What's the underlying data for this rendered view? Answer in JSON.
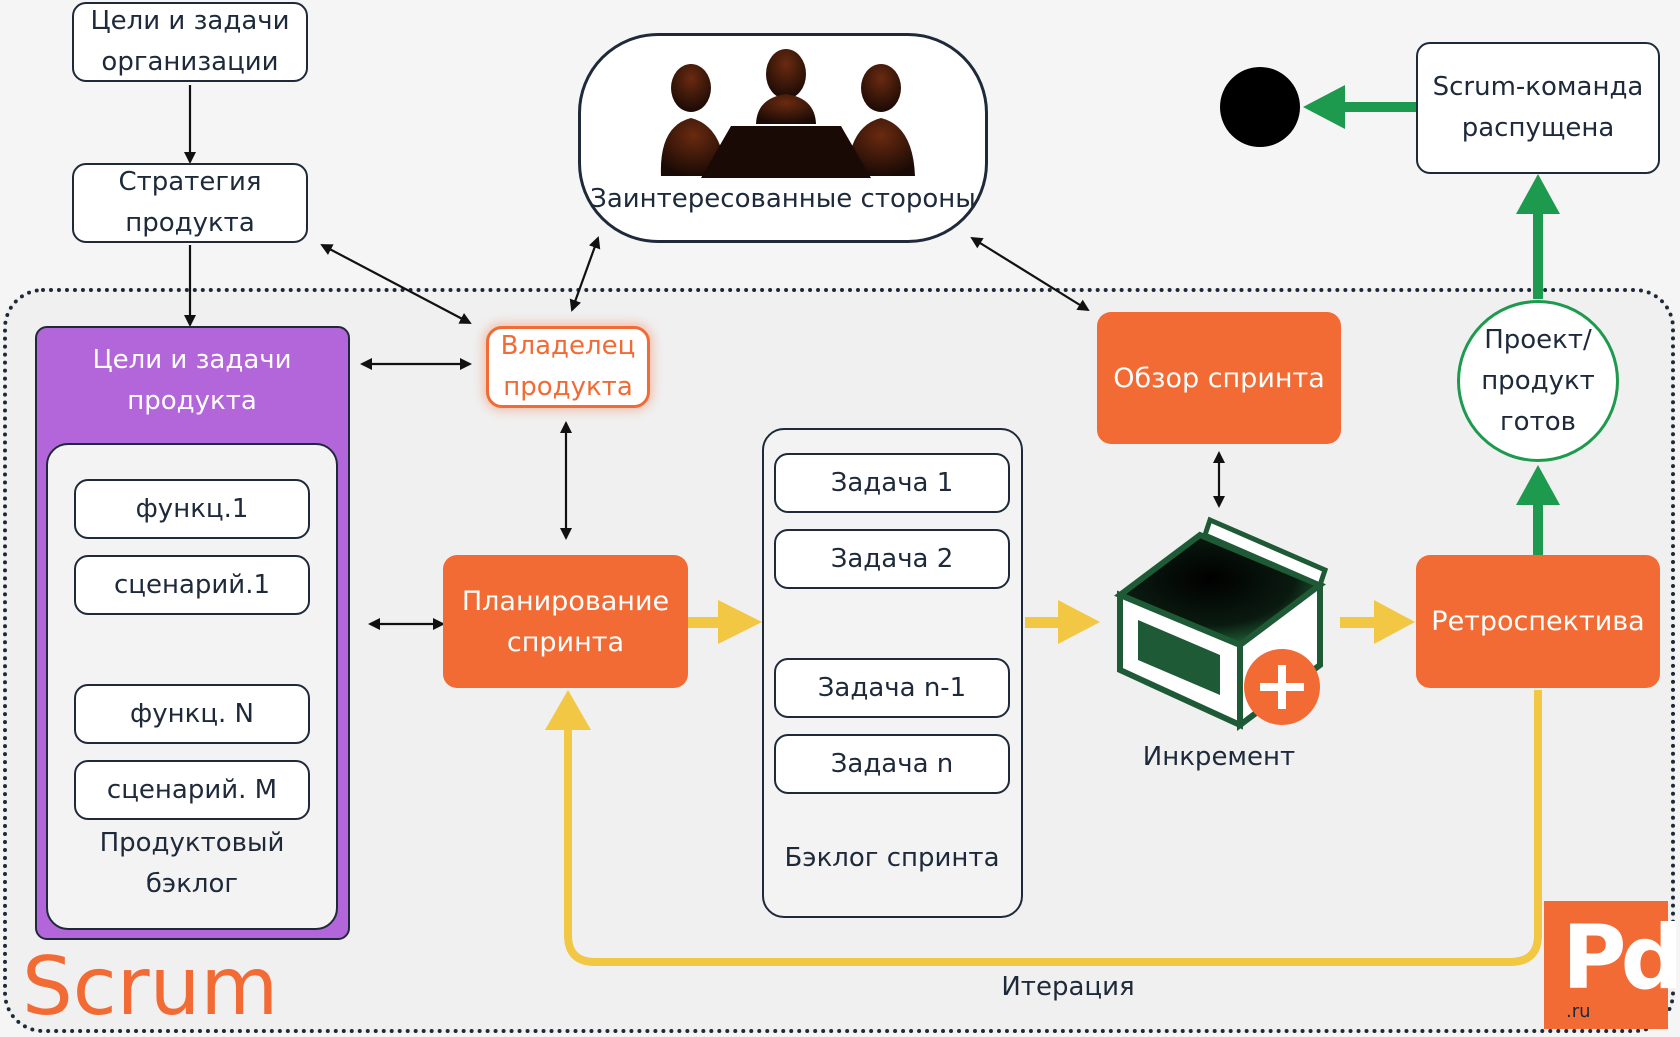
{
  "top": {
    "org_goals": "Цели и задачи\nорганизации",
    "product_strategy": "Стратегия\nпродукта",
    "stakeholders": "Заинтересованные стороны",
    "team_disbanded": "Scrum-команда\nраспущена"
  },
  "scrum": {
    "label": "Scrum",
    "product_goals": "Цели и задачи\nпродукта",
    "product_owner": "Владелец\nпродукта",
    "product_backlog": {
      "items": [
        "функц.1",
        "сценарий.1",
        "функц. N",
        "сценарий. M"
      ],
      "caption": "Продуктовый\nбэклог"
    },
    "sprint_planning": "Планирование\nспринта",
    "sprint_backlog": {
      "items": [
        "Задача 1",
        "Задача 2",
        "Задача n-1",
        "Задача n"
      ],
      "caption": "Бэклог спринта"
    },
    "sprint_review": "Обзор спринта",
    "increment": "Инкремент",
    "retrospective": "Ретроспектива",
    "project_done": "Проект/\nпродукт\nготов",
    "iteration": "Итерация"
  },
  "logo": {
    "mark": "Pd",
    "domain": ".ru"
  },
  "colors": {
    "orange": "#f26b35",
    "purple": "#b366d9",
    "yellow": "#f2c744",
    "green": "#1e9a4e",
    "navy": "#1e2a3a"
  }
}
